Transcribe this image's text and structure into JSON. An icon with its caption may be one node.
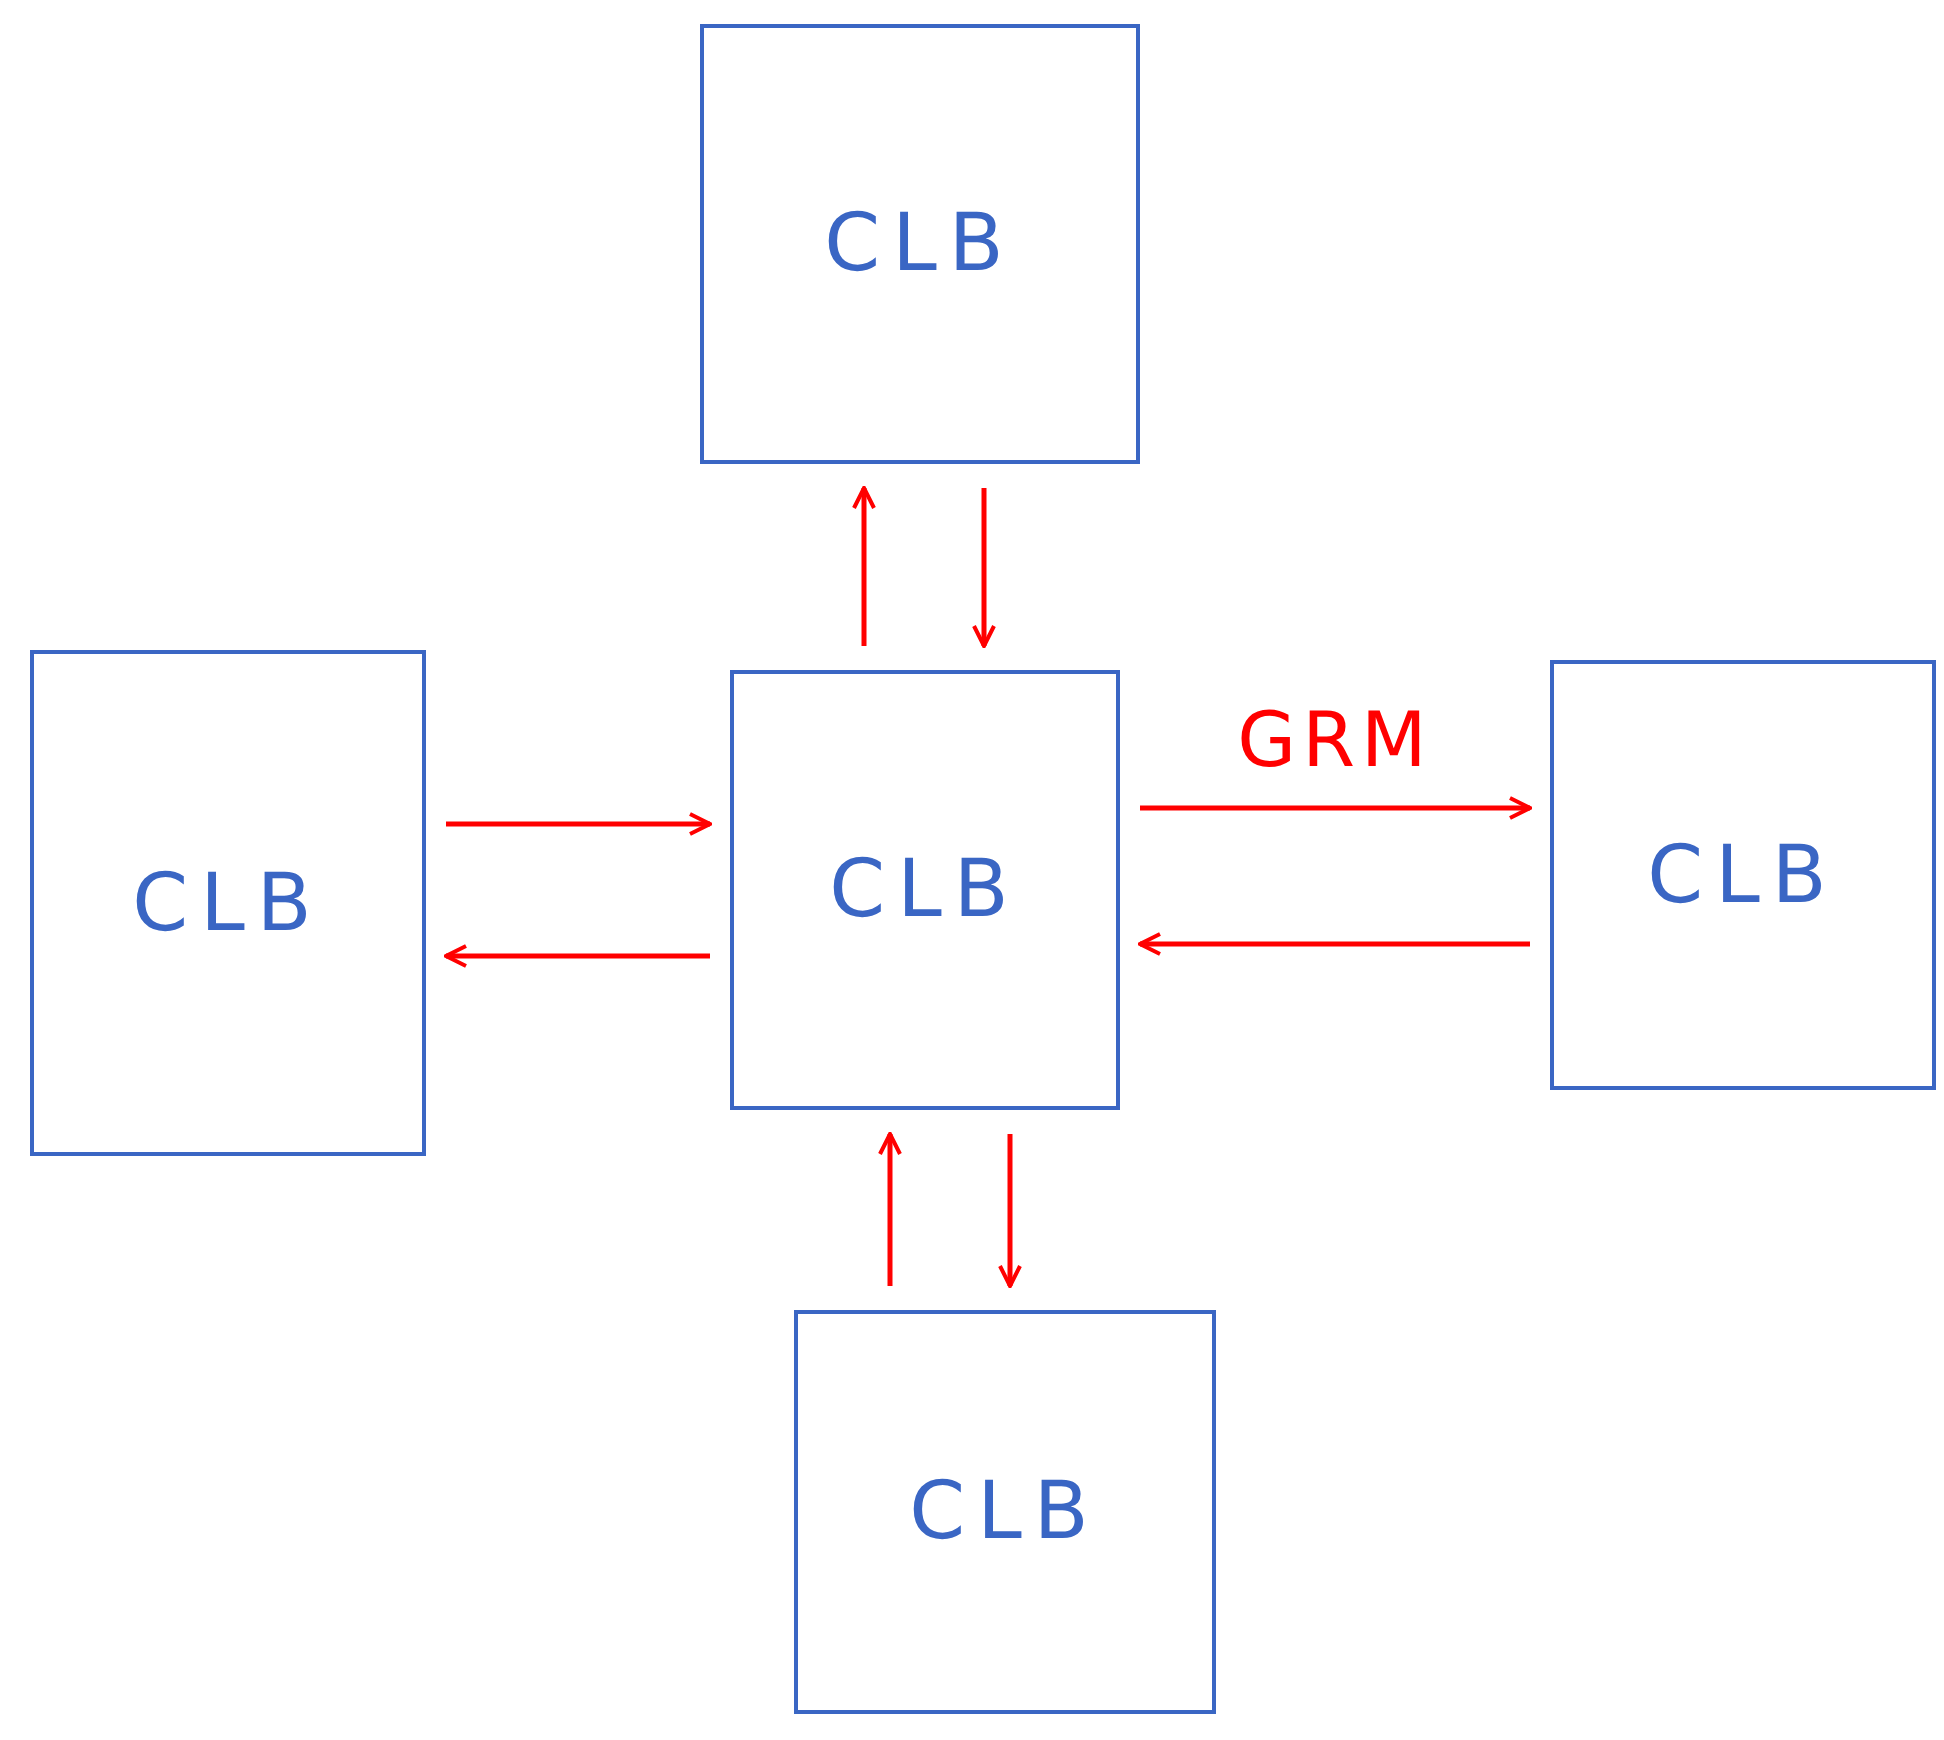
{
  "diagram": {
    "nodes": [
      {
        "text": [
          "CLB"
        ]
      },
      {
        "text": [
          "CLB"
        ]
      },
      {
        "text": [
          "CLB"
        ]
      },
      {
        "text": [
          "CLB"
        ]
      },
      {
        "text": [
          "CLB"
        ]
      }
    ],
    "edges": [
      {
        "from": 2,
        "to": 0,
        "arrow": "to"
      },
      {
        "from": 0,
        "to": 2,
        "arrow": "to"
      },
      {
        "from": 1,
        "to": 2,
        "arrow": "to"
      },
      {
        "from": 2,
        "to": 1,
        "arrow": "to"
      },
      {
        "from": 2,
        "to": 3,
        "arrow": "to",
        "label": "GRM"
      },
      {
        "from": 3,
        "to": 2,
        "arrow": "to"
      },
      {
        "from": 4,
        "to": 2,
        "arrow": "to"
      },
      {
        "from": 2,
        "to": 4,
        "arrow": "to"
      }
    ]
  }
}
